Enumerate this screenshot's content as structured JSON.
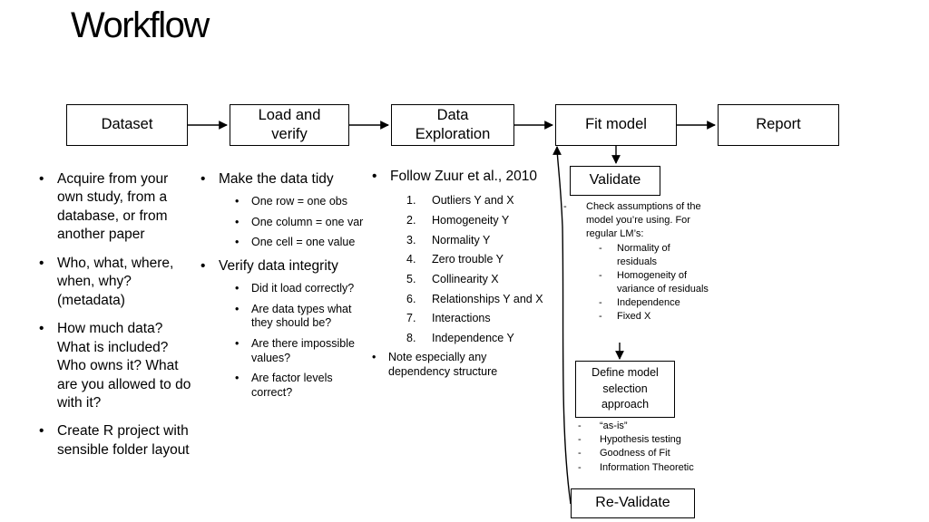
{
  "title": "Workflow",
  "boxes": {
    "dataset": "Dataset",
    "load": "Load and verify",
    "exploration": "Data Exploration",
    "fit": "Fit model",
    "report": "Report",
    "validate": "Validate",
    "define": "Define model selection approach",
    "revalidate": "Re-Validate"
  },
  "dataset_notes": [
    "Acquire from your own study, from a database, or from another paper",
    "Who, what, where, when, why? (metadata)",
    "How much data? What is included? Who owns it? What are you allowed to do with it?",
    "Create R project with sensible folder layout"
  ],
  "load_notes": {
    "tidy": "Make the data tidy",
    "tidy_items": [
      "One row = one obs",
      "One column = one var",
      "One cell = one value"
    ],
    "integrity": "Verify data integrity",
    "integrity_items": [
      "Did it load correctly?",
      "Are data types what they should be?",
      "Are there impossible values?",
      "Are factor levels correct?"
    ]
  },
  "exploration_notes": {
    "follow": "Follow Zuur et al., 2010",
    "items": [
      {
        "n": "1.",
        "text": "Outliers Y and X"
      },
      {
        "n": "2.",
        "text": "Homogeneity Y"
      },
      {
        "n": "3.",
        "text": "Normality Y"
      },
      {
        "n": "4.",
        "text": "Zero trouble Y"
      },
      {
        "n": "5.",
        "text": "Collinearity X"
      },
      {
        "n": "6.",
        "text": "Relationships Y and X"
      },
      {
        "n": "7.",
        "text": "Interactions"
      },
      {
        "n": "8.",
        "text": "Independence Y"
      }
    ],
    "note": "Note especially any dependency structure"
  },
  "validate_notes": {
    "check": "Check assumptions of the model you’re using. For regular LM’s:",
    "items": [
      "Normality of residuals",
      "Homogeneity of variance of residuals",
      "Independence",
      "Fixed X"
    ]
  },
  "define_notes": [
    "“as-is”",
    "Hypothesis testing",
    "Goodness of Fit",
    "Information Theoretic"
  ]
}
